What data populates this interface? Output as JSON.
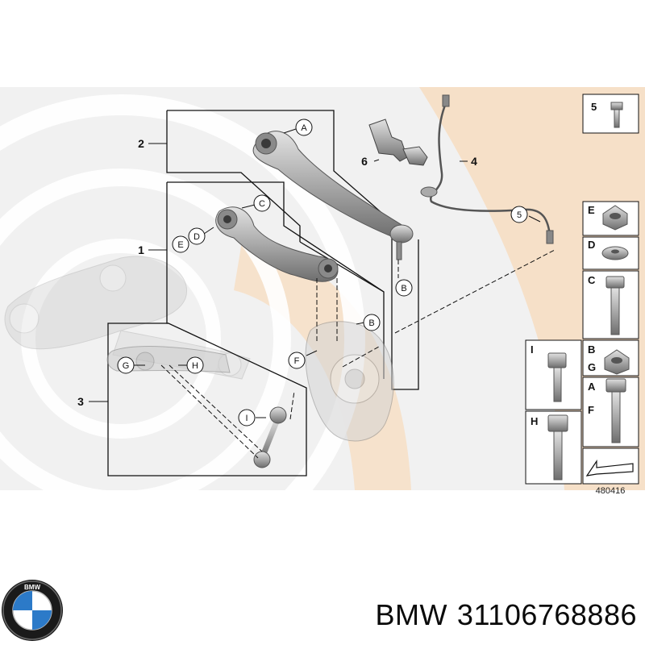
{
  "diagram": {
    "callouts": {
      "A": "A",
      "B_upper": "B",
      "B_lower": "B",
      "C": "C",
      "D": "D",
      "E": "E",
      "F": "F",
      "G": "G",
      "H": "H",
      "I": "I",
      "num5": "5"
    },
    "group_numbers": {
      "one": "1",
      "two": "2",
      "three": "3",
      "four": "4",
      "five": "5",
      "six": "6"
    },
    "side_panel": {
      "five": "5",
      "E": "E",
      "D": "D",
      "C": "C",
      "B": "B",
      "G": "G",
      "A": "A",
      "F": "F",
      "I": "I",
      "H": "H"
    },
    "reference_number": "480416"
  },
  "footer": {
    "brand": "BMW",
    "part_number": "31106768886"
  },
  "colors": {
    "watermark": "#f7e3cf",
    "background_ring": "#ececec",
    "line": "#111111",
    "part_gray": "#b8b8b8"
  }
}
